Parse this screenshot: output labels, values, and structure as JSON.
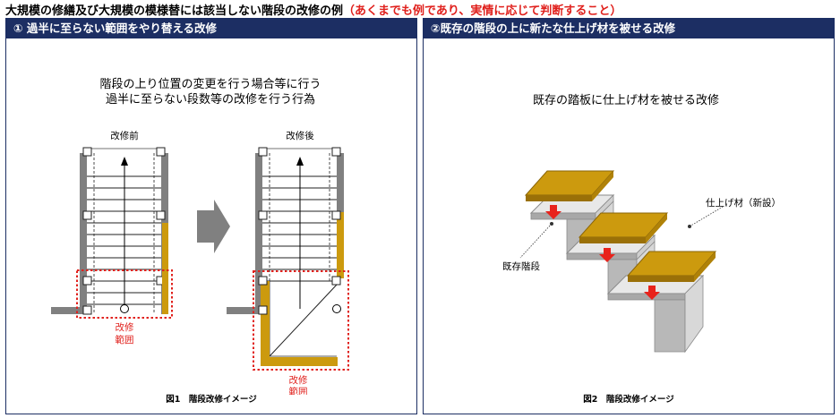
{
  "headline": {
    "title": "大規模の修繕及び大規模の模様替には該当しない階段の改修の例",
    "note": "（あくまでも例であり、実情に応じて判断すること）"
  },
  "left_panel": {
    "header": "① 過半に至らない範囲をやり替える改修",
    "description_line1": "階段の上り位置の変更を行う場合等に行う",
    "description_line2": "過半に至らない段数等の改修を行う行為",
    "before_label": "改修前",
    "after_label": "改修後",
    "range_label_line1": "改修",
    "range_label_line2": "範囲",
    "caption": "図1　階段改修イメージ"
  },
  "right_panel": {
    "header": "②既存の階段の上に新たな仕上げ材を被せる改修",
    "description": "既存の踏板に仕上げ材を被せる改修",
    "finish_label": "仕上げ材（新設）",
    "existing_label": "既存階段",
    "caption": "図2　階段改修イメージ"
  },
  "colors": {
    "navy": "#1c2e63",
    "note_red": "#e0201c",
    "wall_gray": "#808080",
    "gold": "#cc9a0e",
    "arrow_red": "#e8231c"
  }
}
